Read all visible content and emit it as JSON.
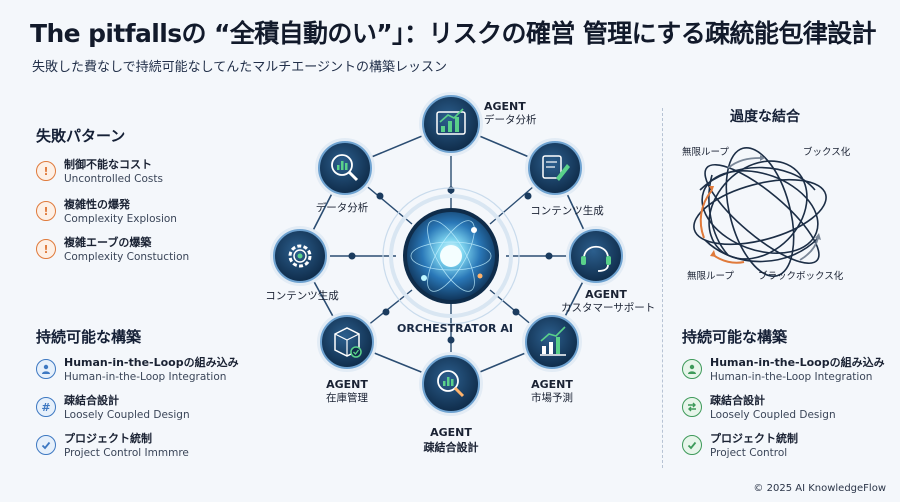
{
  "header": {
    "title": "The pitfallsの “全積自動のい”」：リスクの確営 管理にする疎統能包律設計",
    "subtitle": "失敗した費なしで持続可能なしてんたマルチエージントの構築レッスン"
  },
  "left": {
    "failure_title": "失敗パターン",
    "failures": [
      {
        "jp": "制御不能なコスト",
        "en": "Uncontrolled Costs",
        "icon": "!"
      },
      {
        "jp": "複雑性の爆発",
        "en": "Complexity Explosion",
        "icon": "!"
      },
      {
        "jp": "複雑エーブの爆築",
        "en": "Complexity Constuction",
        "icon": "!"
      }
    ],
    "sustain_title": "持続可能な構築",
    "sustains": [
      {
        "jp": "Human-in-the-Loopの組み込み",
        "en": "Human-in-the-Loop Integration",
        "icon": "person-icon"
      },
      {
        "jp": "疎結合設計",
        "en": "Loosely Coupled Design",
        "icon": "#"
      },
      {
        "jp": "プロジェクト統制",
        "en": "Project Control Immmre",
        "icon": "check-icon"
      }
    ]
  },
  "center": {
    "orchestrator": "ORCHESTRATOR AI",
    "nodes": [
      {
        "id": "top",
        "line1": "AGENT",
        "line2": "データ分析",
        "icon": "bar-chart-icon"
      },
      {
        "id": "upper-right",
        "line1": "",
        "line2": "コンテンツ生成",
        "icon": "document-pen-icon"
      },
      {
        "id": "right",
        "line1": "AGENT",
        "line2": "カスタマーサポート",
        "icon": "headset-icon"
      },
      {
        "id": "lower-right",
        "line1": "AGENT",
        "line2": "市場予測",
        "icon": "growth-chart-icon"
      },
      {
        "id": "bottom",
        "line1": "AGENT",
        "line2": "疎結合設計",
        "icon": "magnify-chart-icon"
      },
      {
        "id": "lower-left",
        "line1": "AGENT",
        "line2": "在庫管理",
        "icon": "box-icon"
      },
      {
        "id": "left",
        "line1": "",
        "line2": "コンテンツ生成",
        "icon": "gear-icon"
      },
      {
        "id": "upper-left",
        "line1": "",
        "line2": "データ分析",
        "icon": "magnify-chart-icon"
      }
    ]
  },
  "right": {
    "coupling_title": "過度な結合",
    "tangle_labels": {
      "tl": "無限ループ",
      "tr": "ブックス化",
      "bl": "無限ループ",
      "br": "ブラックボックス化"
    },
    "sustain_title": "持続可能な構築",
    "sustains": [
      {
        "jp": "Human-in-the-Loopの組み込み",
        "en": "Human-in-the-Loop Integration",
        "icon": "person-icon"
      },
      {
        "jp": "疎結合設計",
        "en": "Loosely Coupled Design",
        "icon": "swap-arrows-icon"
      },
      {
        "jp": "プロジェクト統制",
        "en": "Project Control",
        "icon": "check-icon"
      }
    ]
  },
  "footer": {
    "copyright": "© 2025 AI KnowledgeFlow"
  },
  "colors": {
    "node_dark": "#163a5f",
    "node_ring": "#2f6fa8",
    "accent_green": "#5ad18a",
    "warn": "#e07a3b"
  }
}
